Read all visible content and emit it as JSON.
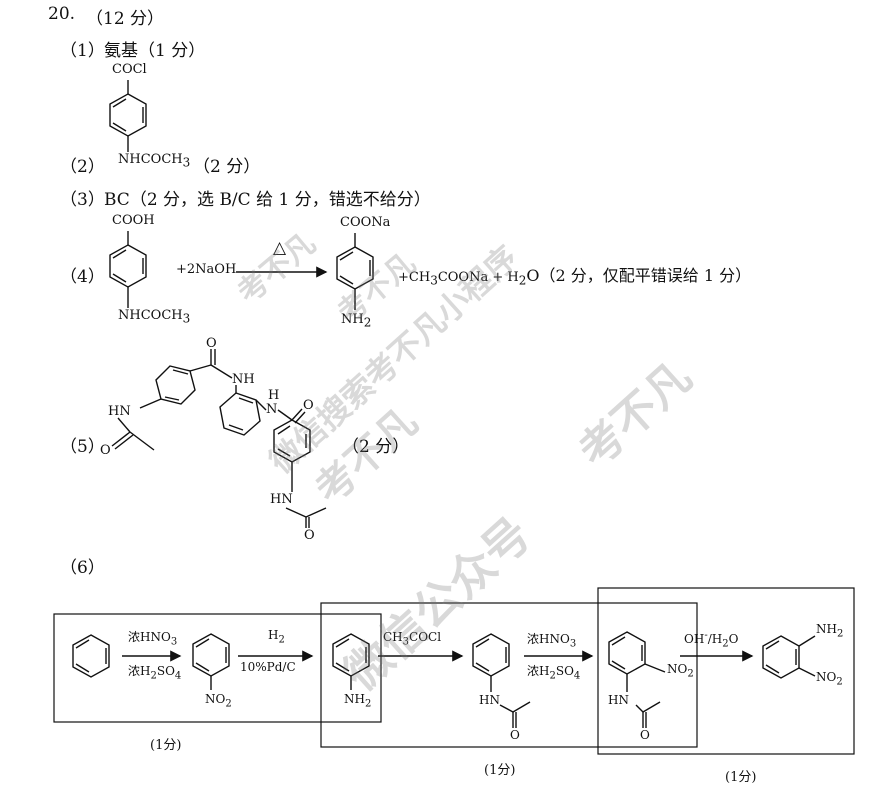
{
  "question": {
    "number": "20.",
    "score": "（12 分）"
  },
  "parts": {
    "p1": {
      "label": "（1）",
      "answer": "氨基（1 分）"
    },
    "p2": {
      "label": "（2）",
      "substituent_top": "COCl",
      "substituent_bottom": "NHCOCH",
      "subscript": "3",
      "score": "（2 分）"
    },
    "p3": {
      "label": "（3）",
      "answer": "BC（2 分，选 B/C 给 1 分，错选不给分）"
    },
    "p4": {
      "label": "（4）",
      "reactant_top": "COOH",
      "reactant_bottom": "NHCOCH",
      "reactant_bottom_sub": "3",
      "reagent": "+2NaOH",
      "condition": "△",
      "product_top": "COONa",
      "product_bottom": "NH",
      "product_bottom_sub": "2",
      "byproducts_a": "+CH",
      "byproducts_a_sub": "3",
      "byproducts_b": "COONa + H",
      "byproducts_b_sub": "2",
      "byproducts_c": "O（2 分，仅配平错误给 1 分）"
    },
    "p5": {
      "label": "（5）",
      "score": "（2 分）",
      "labels": {
        "O1": "O",
        "NH1": "NH",
        "HN1": "HN",
        "O2": "O",
        "N1": "N",
        "H1": "H",
        "O3": "O",
        "HN2": "HN",
        "O4": "O"
      }
    },
    "p6": {
      "label": "（6）",
      "steps": [
        {
          "top": "浓HNO",
          "top_sub": "3",
          "bottom": "浓H",
          "bottom_sub1": "2",
          "bottom_mid": "SO",
          "bottom_sub2": "4"
        },
        {
          "top": "H",
          "top_sub": "2",
          "bottom": "10%Pd/C"
        },
        {
          "top": "CH",
          "top_sub": "3",
          "top_rest": "COCl"
        },
        {
          "top": "浓HNO",
          "top_sub": "3",
          "bottom": "浓H",
          "bottom_sub1": "2",
          "bottom_mid": "SO",
          "bottom_sub2": "4"
        },
        {
          "top": "OH",
          "top_sup": "-",
          "top_rest": "/H",
          "top_sub": "2",
          "top_end": "O"
        }
      ],
      "group_labels": {
        "no2_1": "NO",
        "no2_1_sub": "2",
        "nh2_1": "NH",
        "nh2_1_sub": "2",
        "hn_1": "HN",
        "o_1": "O",
        "no2_2": "NO",
        "no2_2_sub": "2",
        "hn_2": "HN",
        "o_2": "O",
        "nh2_2": "NH",
        "nh2_2_sub": "2",
        "no2_3": "NO",
        "no2_3_sub": "2"
      },
      "box_scores": [
        "(1分)",
        "(1分)",
        "(1分)"
      ]
    }
  },
  "watermarks": [
    "考不凡",
    "考不凡",
    "微信搜索考不凡小程序",
    "考不凡",
    "微信公众号",
    "考不凡"
  ]
}
